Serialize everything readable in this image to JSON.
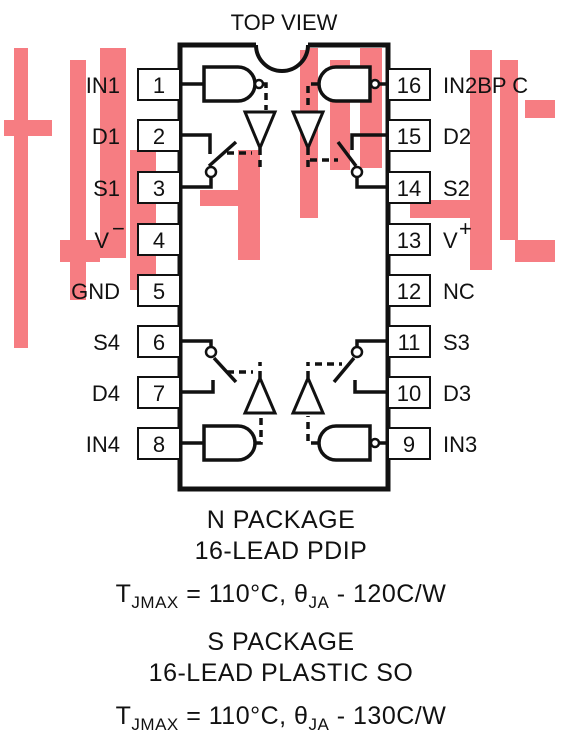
{
  "view_label": "TOP VIEW",
  "pins_left": [
    {
      "num": "1",
      "name": "IN1"
    },
    {
      "num": "2",
      "name": "D1"
    },
    {
      "num": "3",
      "name": "S1"
    },
    {
      "num": "4",
      "name": "V",
      "sup": "−"
    },
    {
      "num": "5",
      "name": "GND"
    },
    {
      "num": "6",
      "name": "S4"
    },
    {
      "num": "7",
      "name": "D4"
    },
    {
      "num": "8",
      "name": "IN4"
    }
  ],
  "pins_right": [
    {
      "num": "16",
      "name": "IN2BP C"
    },
    {
      "num": "15",
      "name": "D2"
    },
    {
      "num": "14",
      "name": "S2"
    },
    {
      "num": "13",
      "name": "V",
      "sup": "+"
    },
    {
      "num": "12",
      "name": "NC"
    },
    {
      "num": "11",
      "name": "S3"
    },
    {
      "num": "10",
      "name": "D3"
    },
    {
      "num": "9",
      "name": "IN3"
    }
  ],
  "package_n": {
    "title": "N PACKAGE",
    "subtitle": "16-LEAD PDIP",
    "t_main": "T",
    "t_sub": "JMAX",
    "t_rest": " = 110°C, θ",
    "theta_sub": "JA",
    "theta_rest": " - 120C/W"
  },
  "package_s": {
    "title": "S PACKAGE",
    "subtitle": "16-LEAD PLASTIC SO",
    "t_main": "T",
    "t_sub": "JMAX",
    "t_rest": " = 110°C, θ",
    "theta_sub": "JA",
    "theta_rest": " - 130C/W"
  },
  "colors": {
    "ink": "#111111",
    "watermark": "#f2343d"
  }
}
